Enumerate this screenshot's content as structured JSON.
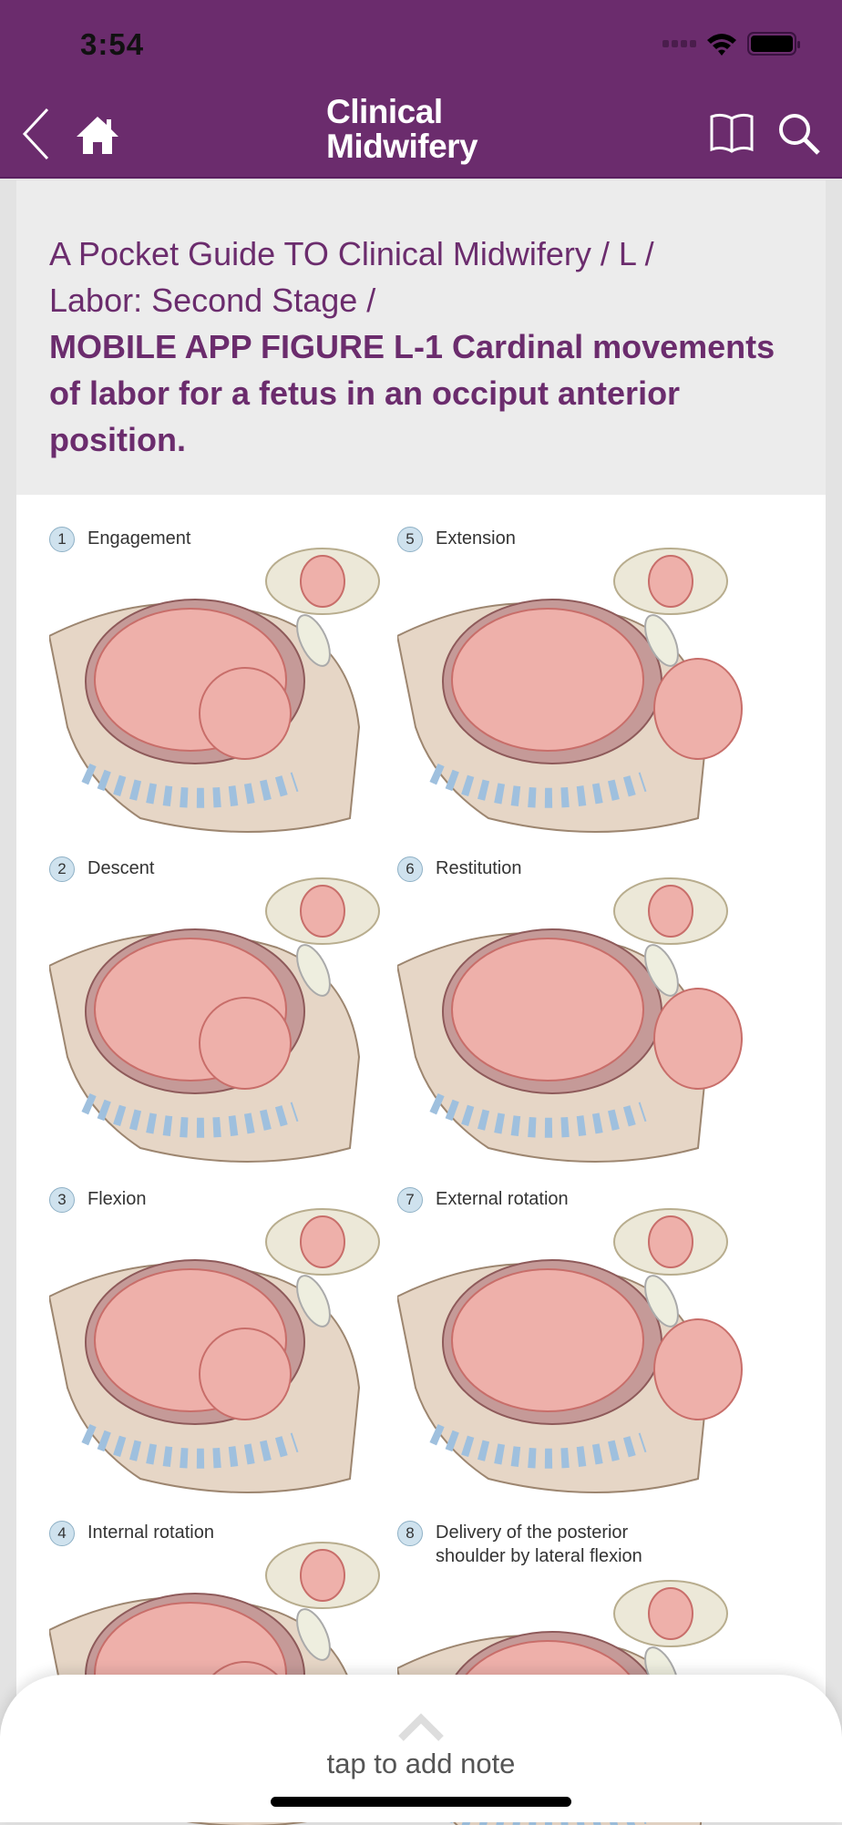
{
  "status_bar": {
    "time": "3:54"
  },
  "header": {
    "brand_line1": "Clinical",
    "brand_line2": "Midwifery"
  },
  "breadcrumb": {
    "path_line1": "A Pocket Guide TO Clinical Midwifery / L /",
    "path_line2": "Labor: Second Stage /",
    "figure_title": "MOBILE APP FIGURE L-1 Cardinal movements of labor for a fetus in an occiput anterior position."
  },
  "figure": {
    "panels": [
      {
        "num": "1",
        "label": "Engagement"
      },
      {
        "num": "2",
        "label": "Descent"
      },
      {
        "num": "3",
        "label": "Flexion"
      },
      {
        "num": "4",
        "label": "Internal rotation"
      },
      {
        "num": "5",
        "label": "Extension"
      },
      {
        "num": "6",
        "label": "Restitution"
      },
      {
        "num": "7",
        "label": "External rotation"
      },
      {
        "num": "8",
        "label": "Delivery of the posterior shoulder by lateral flexion"
      }
    ]
  },
  "note_sheet": {
    "label": "tap to add note"
  },
  "colors": {
    "brand": "#6b2c6d",
    "fetus": "#eeb0aa",
    "tissue": "#e2d3c4"
  }
}
